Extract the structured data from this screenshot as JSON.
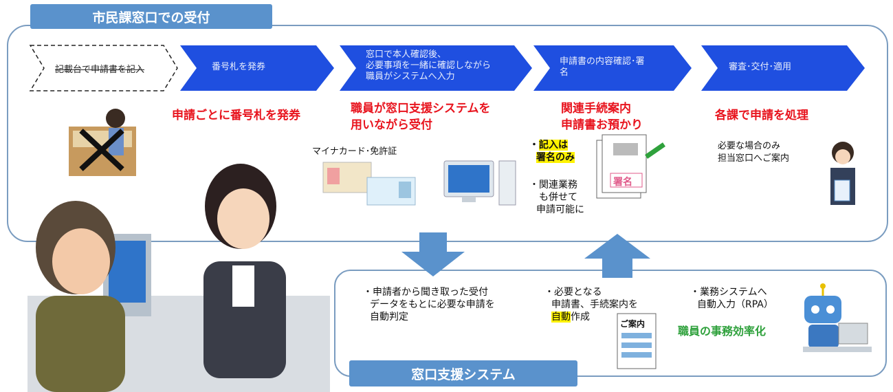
{
  "titles": {
    "counter_reception": "市民課窓口での受付",
    "support_system": "窓口支援システム"
  },
  "flow_steps": [
    {
      "label": "記載台で申請書を記入",
      "state": "removed"
    },
    {
      "label": "番号札を発券"
    },
    {
      "lines": [
        "窓口で本人確認後、",
        "必要事項を一緒に確認しながら",
        "職員がシステムへ入力"
      ]
    },
    {
      "lines": [
        "申請書の内容確認･署",
        "名"
      ]
    },
    {
      "label": "審査･交付･適用"
    }
  ],
  "highlights": {
    "ticket": "申請ごとに番号札を発券",
    "staff_line1": "職員が窓口支援システムを",
    "staff_line2": "用いながら受付",
    "related_line1": "関連手続案内",
    "related_line2": "申請書お預かり",
    "dept": "各課で申請を処理"
  },
  "notes": {
    "id_cards": "マイナカード･免許証",
    "sign_bullet": "・",
    "sign_line1": "記入は",
    "sign_line2": "署名のみ",
    "related_line1": "・関連業務",
    "related_line2": "も併せて",
    "related_line3": "申請可能に",
    "guide_line1": "必要な場合のみ",
    "guide_line2": "担当窓口へご案内",
    "sign_stamp": "署名",
    "auto_judge_line1": "・申請者から聞き取った受付",
    "auto_judge_line2": "データをもとに必要な申請を",
    "auto_judge_line3": "自動判定",
    "auto_create_line1": "・必要となる",
    "auto_create_line2": "申請書、手続案内を",
    "auto_create_hl": "自動",
    "auto_create_rest": "作成",
    "guide_doc": "ご案内",
    "rpa_line1": "・業務システムへ",
    "rpa_line2": "自動入力（RPA）",
    "efficiency": "職員の事務効率化"
  },
  "colors": {
    "chevron": "#1f4fe0",
    "accent_red": "#e8141e",
    "panel_border": "#7a9cc0",
    "title_bg": "#5a92cc",
    "highlight": "#fff200",
    "green": "#2fa13c"
  }
}
